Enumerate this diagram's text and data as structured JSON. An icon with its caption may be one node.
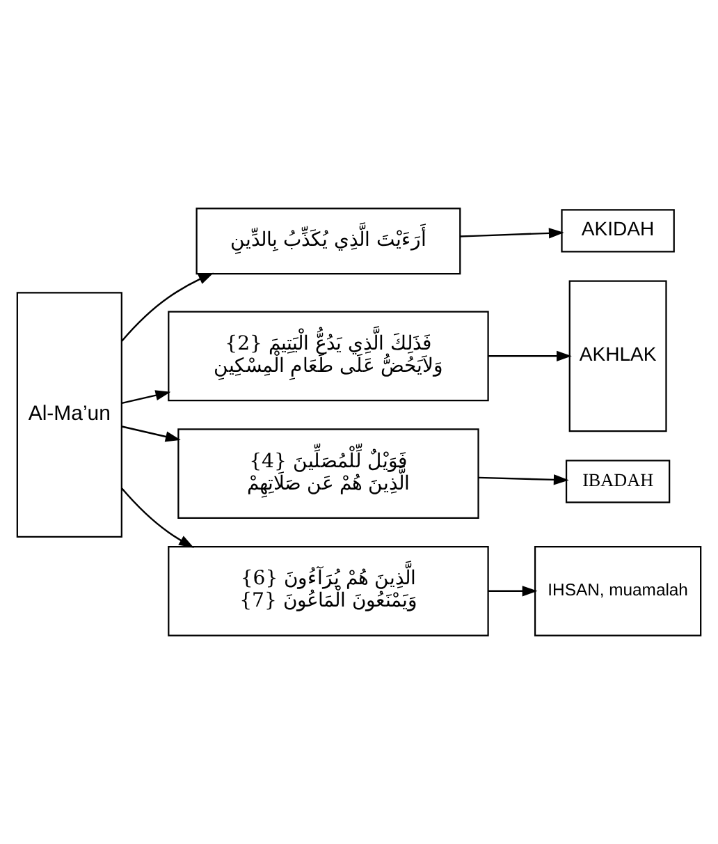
{
  "diagram": {
    "nodes": [
      {
        "text": [
          "Al-Ma’un"
        ]
      },
      {
        "text": [
          "أَرَءَيْتَ الَّذِي يُكَذِّبُ بِالدِّينِ"
        ]
      },
      {
        "text": [
          "AKIDAH"
        ]
      },
      {
        "text": [
          "فَذَلِكَ الَّذِي يَدُعُّ الْيَتِيمَ {2} وَلاَيَحُضُّ عَلَى طَعَامِ الْمِسْكِينِ"
        ]
      },
      {
        "text": [
          "AKHLAK"
        ]
      },
      {
        "text": [
          "فَوَيْلٌ لِّلْمُصَلِّينَ {4} الَّذِينَ هُمْ عَن صَلَاتِهِمْ"
        ]
      },
      {
        "text": [
          "IBADAH"
        ]
      },
      {
        "text": [
          "الَّذِينَ هُمْ يُرَآءُونَ {6} وَيَمْنَعُونَ الْمَاعُونَ {7}"
        ]
      },
      {
        "text": [
          "IHSAN, muamalah"
        ]
      }
    ],
    "edges": [
      {
        "from": 0,
        "to": 1,
        "arrow": "to"
      },
      {
        "from": 1,
        "to": 2,
        "arrow": "to"
      },
      {
        "from": 0,
        "to": 3,
        "arrow": "to"
      },
      {
        "from": 3,
        "to": 4,
        "arrow": "to"
      },
      {
        "from": 0,
        "to": 5,
        "arrow": "to"
      },
      {
        "from": 5,
        "to": 6,
        "arrow": "to"
      },
      {
        "from": 0,
        "to": 7,
        "arrow": "to"
      },
      {
        "from": 7,
        "to": 8,
        "arrow": "to"
      }
    ]
  }
}
